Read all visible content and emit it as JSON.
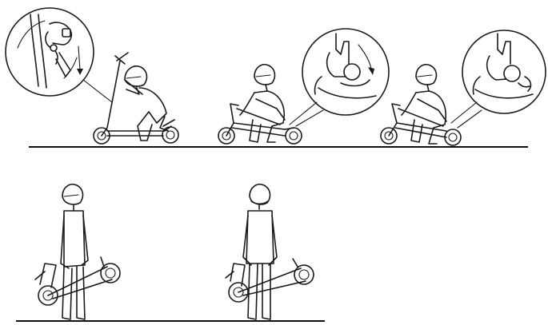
{
  "figure": {
    "title": "",
    "colors": {
      "line": "#1a1a1a",
      "background": "#ffffff"
    },
    "steps": [
      {
        "name": "step-unlock-stem",
        "detail_icon": "stem-latch-release-icon"
      },
      {
        "name": "step-fold-stem",
        "detail_icon": "folding-lever-press-icon"
      },
      {
        "name": "step-hook-latch",
        "detail_icon": "folding-latch-hook-icon"
      },
      {
        "name": "step-carry-side",
        "detail_icon": ""
      },
      {
        "name": "step-carry-front",
        "detail_icon": ""
      }
    ]
  }
}
